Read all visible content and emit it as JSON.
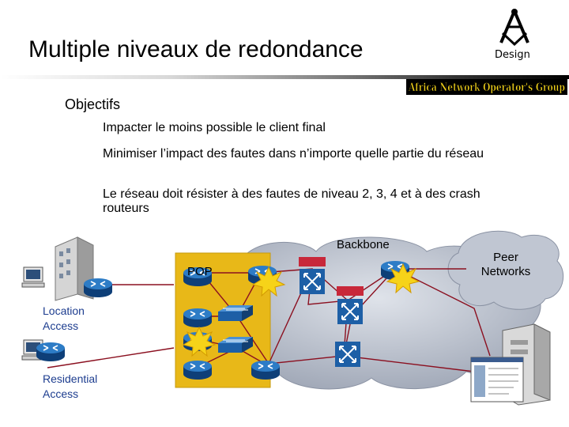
{
  "slide": {
    "title": "Multiple niveaux de redondance",
    "brand": {
      "design_label": "Design",
      "org_logo_text": "Africa Network Operator's Group"
    },
    "heading": "Objectifs",
    "bullets": [
      "Impacter le moins possible le client final",
      "Minimiser l’impact des fautes dans n’importe quelle partie du réseau",
      "Le réseau doit résister à des fautes de niveau 2, 3, 4 et à des crash routeurs"
    ]
  },
  "diagram": {
    "labels": {
      "backbone": "Backbone",
      "pop": "POP",
      "peer_line1": "Peer",
      "peer_line2": "Networks",
      "location_line1": "Location",
      "location_line2": "Access",
      "residential_line1": "Residential",
      "residential_line2": "Access"
    },
    "colors": {
      "cloud": "#b0b7c6",
      "pop_area": "#e8b818",
      "router": "#1d5fa6",
      "router_highlight": "#c8283a",
      "link": "#8b1020",
      "fault_burst": "#f6d319"
    }
  }
}
